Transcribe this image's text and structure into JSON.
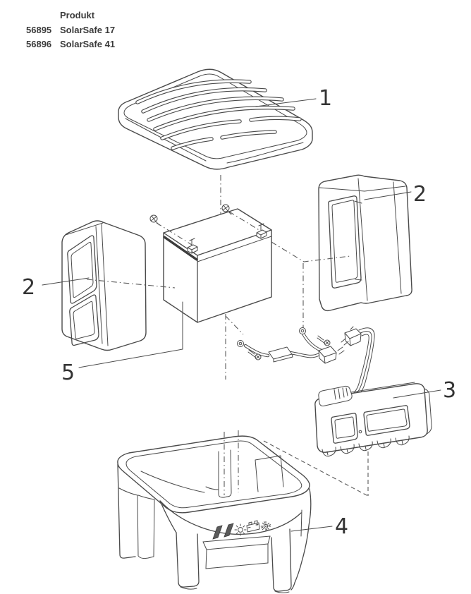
{
  "header": {
    "column_label": "Produkt",
    "products": [
      {
        "code": "56895",
        "name": "SolarSafe 17"
      },
      {
        "code": "56896",
        "name": "SolarSafe 41"
      }
    ]
  },
  "diagram": {
    "type": "exploded-parts-view",
    "callouts": {
      "part1": "1",
      "part2": "2",
      "part3": "3",
      "part4": "4",
      "part5": "5"
    },
    "parts_shown": [
      "cover-lid",
      "foam-insulation-left",
      "foam-insulation-right",
      "battery",
      "wiring-harness",
      "control-unit",
      "housing-tub"
    ],
    "indicator_icons": [
      "solar-panel-bars",
      "sun",
      "battery",
      "sun-bright"
    ],
    "colors": {
      "line": "#4a4a4a",
      "dark_accent": "#3c3c3c",
      "icon_fill": "#5a5a5a",
      "text": "#3a3a3a",
      "background": "#ffffff"
    }
  }
}
